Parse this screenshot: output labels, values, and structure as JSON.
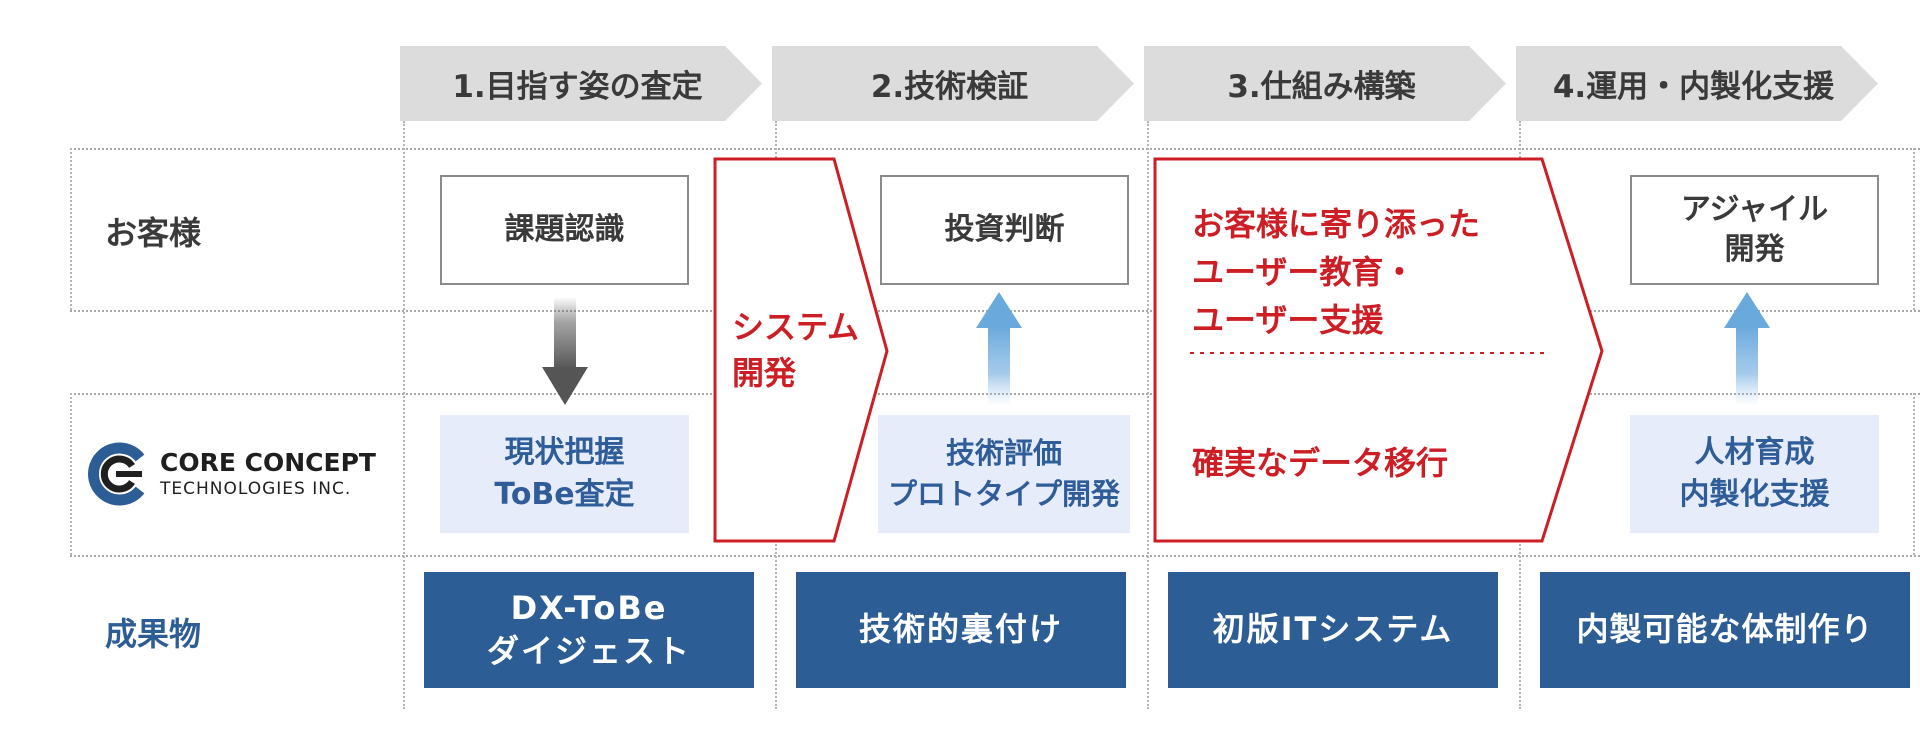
{
  "phases": [
    {
      "label": "1.目指す姿の査定"
    },
    {
      "label": "2.技術検証"
    },
    {
      "label": "3.仕組み構築"
    },
    {
      "label": "4.運用・内製化支援"
    }
  ],
  "rows": {
    "customer": "お客様",
    "deliverables": "成果物"
  },
  "logo": {
    "line1": "CORE CONCEPT",
    "line2": "TECHNOLOGIES INC."
  },
  "customer_boxes": {
    "issue": "課題認識",
    "invest": "投資判断",
    "agile": [
      "アジャイル",
      "開発"
    ]
  },
  "company_boxes": {
    "current": [
      "現状把握",
      "ToBe査定"
    ],
    "evaluation": [
      "技術評価",
      "プロトタイプ開発"
    ],
    "talent": [
      "人材育成",
      "内製化支援"
    ]
  },
  "system_dev": [
    "システム",
    "開発"
  ],
  "build": {
    "support": [
      "お客様に寄り添った",
      "ユーザー教育・",
      "ユーザー支援"
    ],
    "migration": "確実なデータ移行"
  },
  "deliverables": [
    [
      "DX-ToBe",
      "ダイジェスト"
    ],
    [
      "技術的裏付け"
    ],
    [
      "初版ITシステム"
    ],
    [
      "内製可能な体制作り"
    ]
  ],
  "colors": {
    "phase_gray": "#dcdcdc",
    "accent_red": "#cc1e24",
    "deliverable_blue": "#2c5d94",
    "light_blue_box": "#e6ecfa",
    "logo_blue": "#2c5d94"
  }
}
